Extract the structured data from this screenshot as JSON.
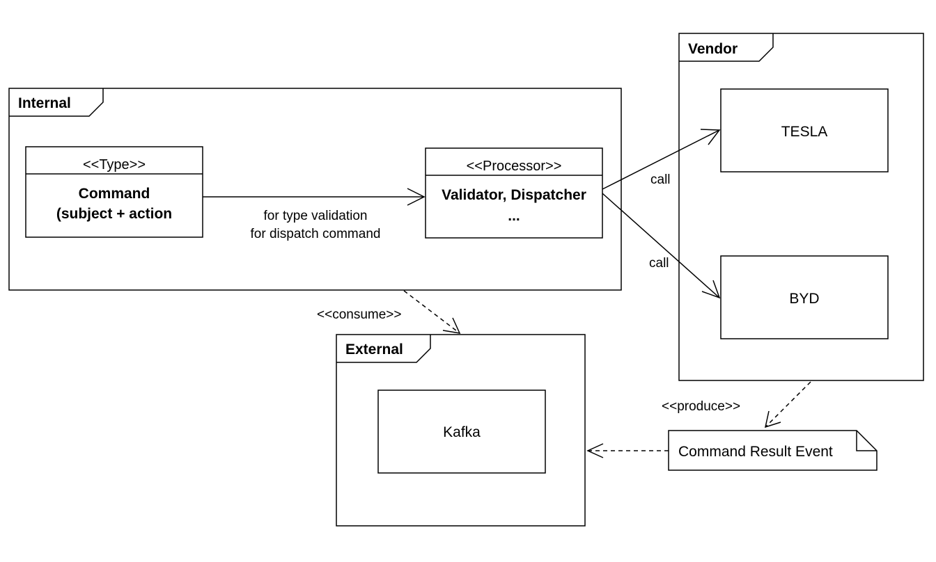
{
  "packages": {
    "internal": "Internal",
    "vendor": "Vendor",
    "external": "External"
  },
  "classes": {
    "type_stereotype": "<<Type>>",
    "type_line1": "Command",
    "type_line2": "(subject + action",
    "processor_stereotype": "<<Processor>>",
    "processor_line1": "Validator, Dispatcher",
    "processor_line2": "..."
  },
  "components": {
    "tesla": "TESLA",
    "byd": "BYD",
    "kafka": "Kafka"
  },
  "note": "Command Result Event",
  "edges": {
    "validation_line1": "for type validation",
    "validation_line2": "for dispatch command",
    "call_tesla": "call",
    "call_byd": "call",
    "consume": "<<consume>>",
    "produce": "<<produce>>"
  },
  "colors": {
    "stroke": "#000000",
    "background": "#ffffff"
  }
}
